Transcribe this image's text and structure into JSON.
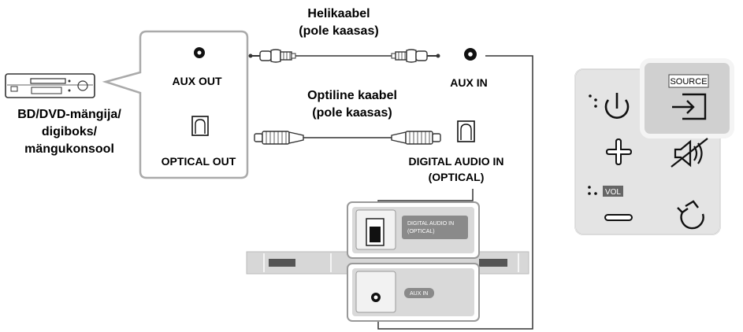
{
  "device": {
    "name_line1": "BD/DVD-mängija/",
    "name_line2": "digiboks/",
    "name_line3": "mängukonsool"
  },
  "source_ports": {
    "aux_out": "AUX OUT",
    "optical_out": "OPTICAL OUT"
  },
  "cables": {
    "aux_cable_line1": "Helikaabel",
    "aux_cable_line2": "(pole kaasas)",
    "optical_cable_line1": "Optiline kaabel",
    "optical_cable_line2": "(pole kaasas)"
  },
  "soundbar_ports": {
    "aux_in": "AUX IN",
    "digital_in_line1": "DIGITAL AUDIO IN",
    "digital_in_line2": "(OPTICAL)",
    "panel_digital_line1": "DIGITAL AUDIO IN",
    "panel_digital_line2": "(OPTICAL)",
    "panel_aux": "AUX IN"
  },
  "remote": {
    "source_label": "SOURCE",
    "vol_label": "VOL",
    "icons": [
      "power-icon",
      "source-input-icon",
      "plus-icon",
      "mute-icon",
      "minus-icon",
      "repeat-icon"
    ]
  },
  "colors": {
    "line": "#4a4a4a",
    "panel_gray": "#d9d9d9",
    "remote_gray": "#e6e6e6",
    "port_box": "#7d7d7d"
  }
}
